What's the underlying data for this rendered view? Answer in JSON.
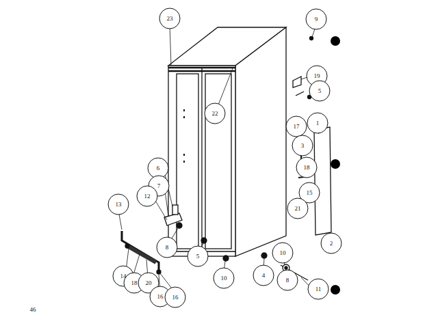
{
  "diagram": {
    "labels": [
      "23",
      "9",
      "19",
      "5",
      "22",
      "1",
      "17",
      "3",
      "18",
      "15",
      "21",
      "2",
      "6",
      "7",
      "12",
      "13",
      "8",
      "5",
      "10",
      "4",
      "14",
      "18",
      "20",
      "16",
      "16",
      "10",
      "8",
      "11",
      "46"
    ]
  }
}
